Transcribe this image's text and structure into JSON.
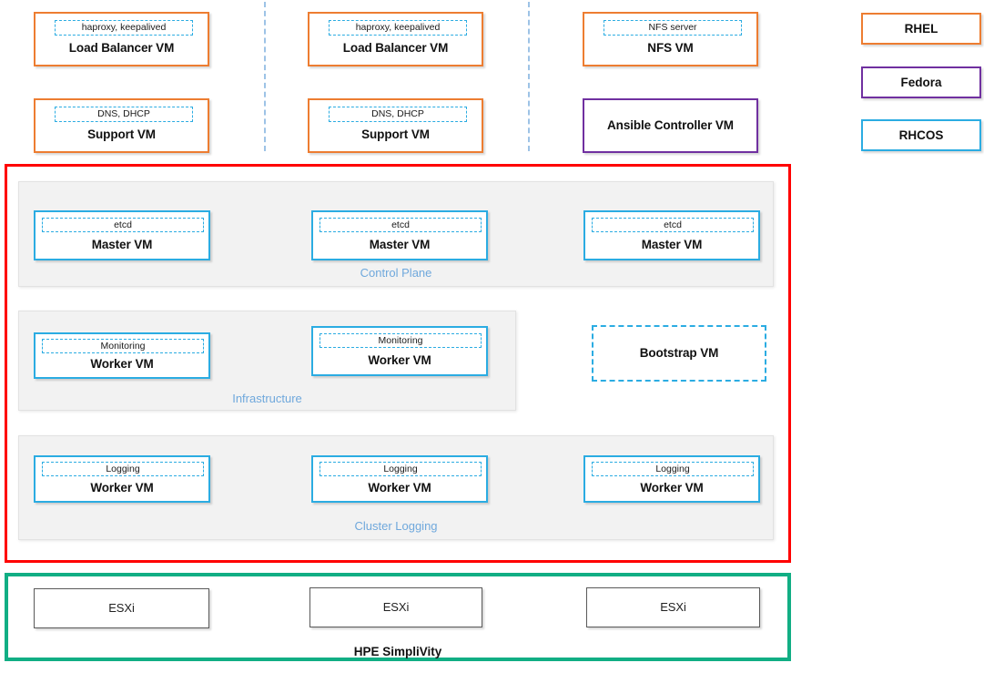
{
  "colors": {
    "rhel_orange": "#ED7D31",
    "fedora_purple": "#7030A0",
    "rhcos_blue": "#2BACE2",
    "cluster_red": "#FF0000",
    "platform_green": "#11AE84",
    "group_label_blue": "#6FA8DC",
    "group_panel_gray": "#F2F2F2",
    "separator_blue": "#9DC3E6",
    "plain_border_gray": "#595959"
  },
  "legend": {
    "items": [
      {
        "label": "RHEL",
        "style": "rhel"
      },
      {
        "label": "Fedora",
        "style": "fedora"
      },
      {
        "label": "RHCOS",
        "style": "rhcos"
      }
    ]
  },
  "support_tier": {
    "nodes": [
      {
        "title": "Load Balancer VM",
        "chip": "haproxy, keepalived",
        "os": "RHEL"
      },
      {
        "title": "Load Balancer VM",
        "chip": "haproxy, keepalived",
        "os": "RHEL"
      },
      {
        "title": "NFS VM",
        "chip": "NFS server",
        "os": "RHEL"
      },
      {
        "title": "Support VM",
        "chip": "DNS, DHCP",
        "os": "RHEL"
      },
      {
        "title": "Support VM",
        "chip": "DNS, DHCP",
        "os": "RHEL"
      },
      {
        "title": "Ansible Controller VM",
        "chip": "",
        "os": "Fedora"
      }
    ]
  },
  "cluster": {
    "groups": [
      {
        "label": "Control Plane",
        "nodes": [
          {
            "title": "Master VM",
            "chip": "etcd",
            "os": "RHCOS"
          },
          {
            "title": "Master VM",
            "chip": "etcd",
            "os": "RHCOS"
          },
          {
            "title": "Master VM",
            "chip": "etcd",
            "os": "RHCOS"
          }
        ]
      },
      {
        "label": "Infrastructure",
        "nodes": [
          {
            "title": "Worker VM",
            "chip": "Monitoring",
            "os": "RHCOS"
          },
          {
            "title": "Worker VM",
            "chip": "Monitoring",
            "os": "RHCOS"
          }
        ]
      },
      {
        "label": "Cluster Logging",
        "nodes": [
          {
            "title": "Worker VM",
            "chip": "Logging",
            "os": "RHCOS"
          },
          {
            "title": "Worker VM",
            "chip": "Logging",
            "os": "RHCOS"
          },
          {
            "title": "Worker VM",
            "chip": "Logging",
            "os": "RHCOS"
          }
        ]
      }
    ],
    "bootstrap": {
      "title": "Bootstrap VM",
      "chip": "",
      "os": "RHCOS"
    }
  },
  "platform": {
    "label": "HPE SimpliVity",
    "hosts": [
      {
        "title": "ESXi"
      },
      {
        "title": "ESXi"
      },
      {
        "title": "ESXi"
      }
    ]
  }
}
